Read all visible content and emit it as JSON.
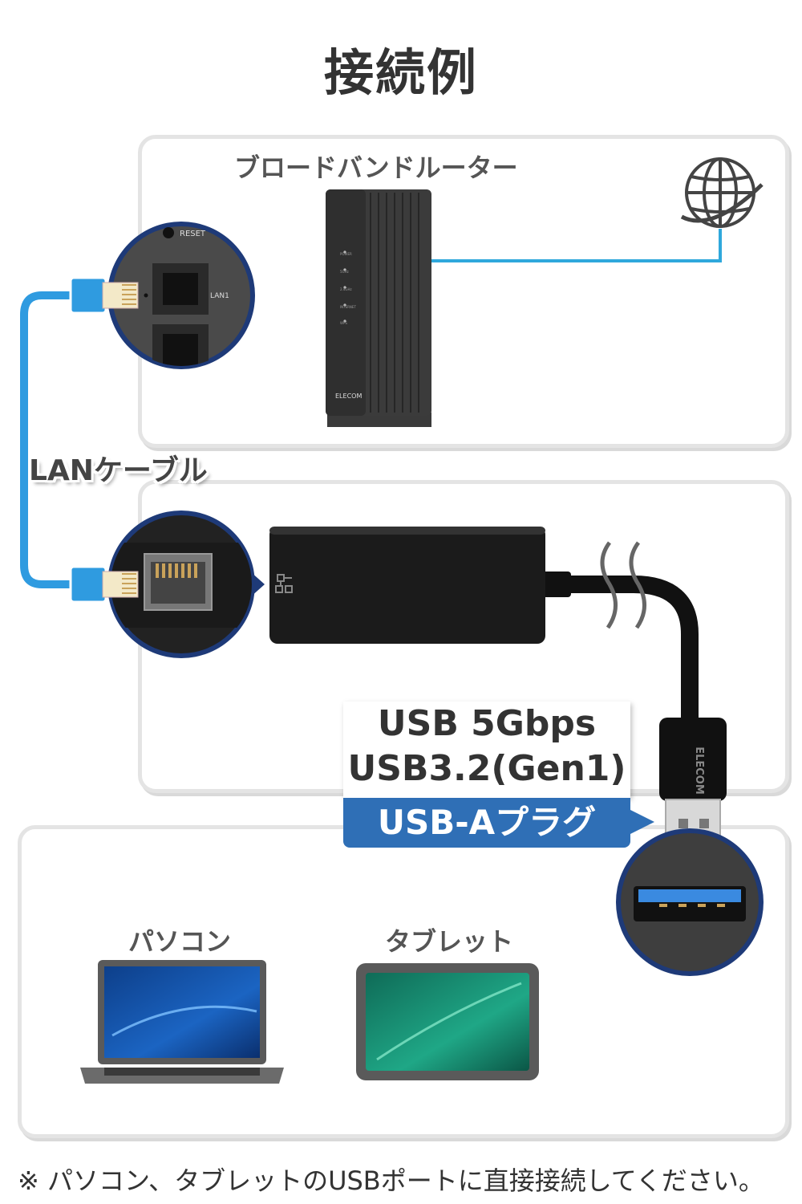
{
  "title": "接続例",
  "router": {
    "label": "ブロードバンドルーター",
    "brand": "ELECOM",
    "leds": [
      "POWER",
      "5GHz",
      "2.4GHz",
      "INTERNET",
      "WPS"
    ]
  },
  "router_port_zoom": {
    "reset_label": "RESET",
    "lan_label": "LAN1"
  },
  "cable": {
    "label": "LANケーブル"
  },
  "adapter": {
    "plug_brand": "ELECOM"
  },
  "spec": {
    "line1": "USB 5Gbps",
    "line2": "USB3.2(Gen1)",
    "plug_type": "USB-Aプラグ"
  },
  "devices": {
    "pc_label": "パソコン",
    "tablet_label": "タブレット"
  },
  "note": "※ パソコン、タブレットのUSBポートに直接接続してください。",
  "colors": {
    "cable_blue": "#2f9be0",
    "accent_blue": "#2f6fb6",
    "circle_border": "#1e3a78",
    "panel_border": "#e4e4e4",
    "device_dark": "#222222"
  }
}
